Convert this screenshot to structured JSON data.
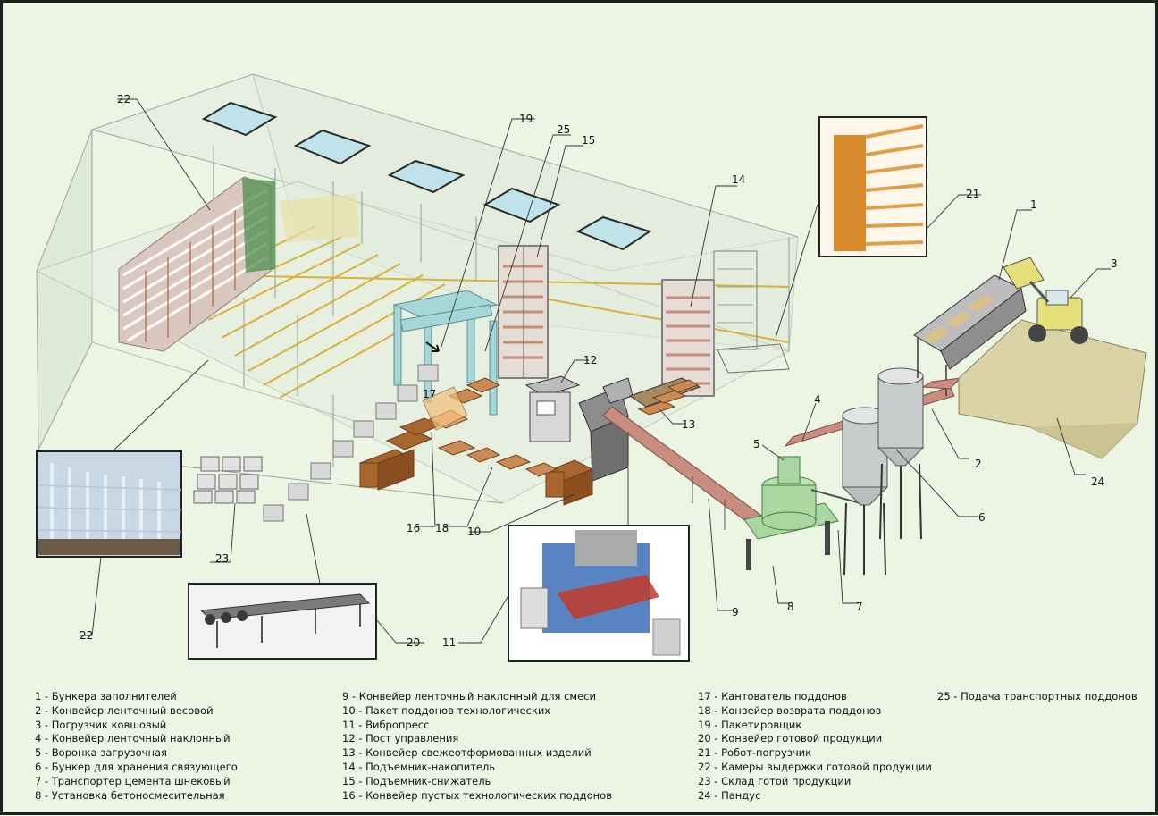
{
  "callouts": {
    "n1": "1",
    "n2": "2",
    "n3": "3",
    "n4": "4",
    "n5": "5",
    "n6": "6",
    "n7": "7",
    "n8": "8",
    "n9": "9",
    "n10": "10",
    "n11": "11",
    "n12": "12",
    "n13": "13",
    "n14": "14",
    "n15": "15",
    "n16": "16",
    "n17": "17",
    "n18": "18",
    "n19": "19",
    "n20": "20",
    "n21": "21",
    "n22a": "22",
    "n22b": "22",
    "n23": "23",
    "n24": "24",
    "n25": "25"
  },
  "legend": {
    "col1": [
      "1 - Бункера заполнителей",
      "2 - Конвейер ленточный весовой",
      "3 - Погрузчик ковшовый",
      "4 - Конвейер ленточный наклонный",
      "5 - Воронка загрузочная",
      "6 - Бункер для хранения связующего",
      "7 - Транспортер цемента шнековый",
      "8 - Установка бетоносмесительная"
    ],
    "col2": [
      "9 - Конвейер ленточный наклонный для смеси",
      "10 - Пакет поддонов технологических",
      "11 - Вибропресс",
      "12 - Пост управления",
      "13 - Конвейер свежеотформованных изделий",
      "14 - Подъемник-накопитель",
      "15 - Подъемник-снижатель",
      "16 - Конвейер пустых технологических поддонов"
    ],
    "col3": [
      "17 - Кантователь поддонов",
      "18 - Конвейер возврата поддонов",
      "19 - Пакетировщик",
      "20 - Конвейер готовой продукции",
      "21 - Робот-погрузчик",
      "22 - Камеры выдержки готовой продукции",
      "23 - Склад готой продукции",
      "24 - Пандус"
    ],
    "col4": [
      "25 - Подача транспортных поддонов"
    ]
  },
  "colors": {
    "background": "#ecf4e4",
    "building_wall": "#dfe9d8",
    "roof": "#e6eee0",
    "rail": "#d6b23a",
    "conveyor": "#c98d80",
    "silo": "#c9cccc",
    "mixer": "#a8d8a0",
    "pallet": "#a8662e",
    "frame_blue": "#a5d6d8",
    "ramp": "#d9d3a6",
    "loader": "#e6e07a"
  }
}
